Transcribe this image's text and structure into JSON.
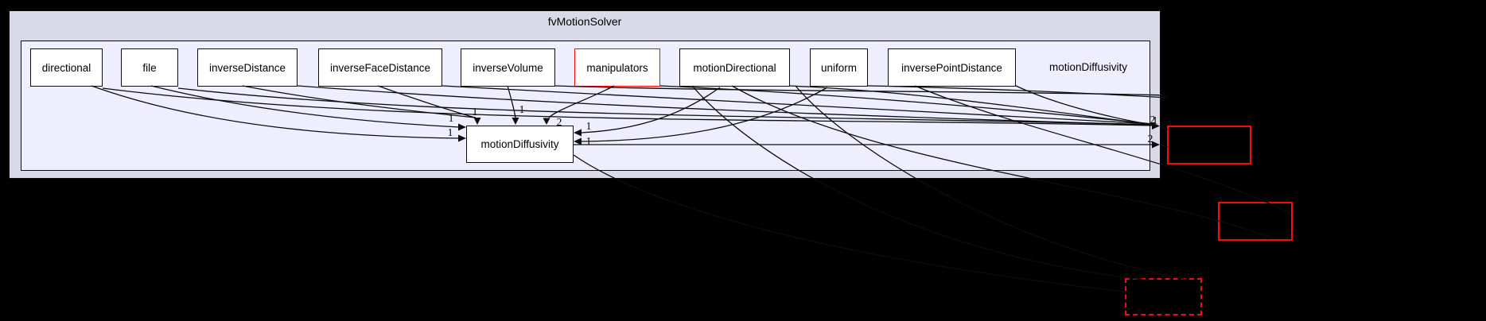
{
  "diagram": {
    "outer_cluster": {
      "label": "fvMotionSolver"
    },
    "inner_cluster": {
      "label": "motionDiffusivity"
    },
    "dir_nodes": [
      {
        "label": "directional",
        "highlighted": false
      },
      {
        "label": "file",
        "highlighted": false
      },
      {
        "label": "inverseDistance",
        "highlighted": false
      },
      {
        "label": "inverseFaceDistance",
        "highlighted": false
      },
      {
        "label": "inverseVolume",
        "highlighted": false
      },
      {
        "label": "manipulators",
        "highlighted": true
      },
      {
        "label": "motionDirectional",
        "highlighted": false
      },
      {
        "label": "uniform",
        "highlighted": false
      },
      {
        "label": "inversePointDistance",
        "highlighted": false
      }
    ],
    "central_node": {
      "label": "motionDiffusivity"
    },
    "external_nodes": {
      "count": 3,
      "border_color": "#f60c0c"
    },
    "edge_labels": {
      "left_upper": "1",
      "left_lower": "1",
      "top_left": "1",
      "top_mid": "1",
      "top_right": "2",
      "right_upper": "1",
      "right_lower": "1",
      "outer_right_upper": "2",
      "outer_right_upper_overlap": "1",
      "outer_right_lower": "2"
    },
    "colors": {
      "background": "#000000",
      "outer_cluster_fill": "#d9d9e8",
      "inner_cluster_fill": "#eeeeff",
      "node_fill": "#ffffff",
      "node_border": "#0d0d0d",
      "highlight_border": "#fb0c0c",
      "external_border": "#f60c0c",
      "edge": "#0d0d0d"
    }
  }
}
